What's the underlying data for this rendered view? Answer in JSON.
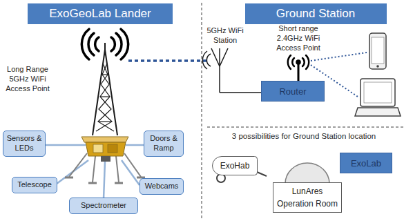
{
  "diagram": {
    "nodes": [
      {
        "text": [
          "ExoGeoLab Lander"
        ]
      },
      {
        "text": [
          "Ground Station"
        ]
      },
      {
        "text": [
          "Sensors & LEDs"
        ]
      },
      {
        "text": [
          "Doors & Ramp"
        ]
      },
      {
        "text": [
          "Telescope"
        ]
      },
      {
        "text": [
          "Webcams"
        ]
      },
      {
        "text": [
          "Spectrometer"
        ]
      },
      {
        "text": [
          "Router"
        ]
      },
      {
        "text": [
          "ExoHab"
        ]
      },
      {
        "text": [
          "ExoLab"
        ]
      },
      {
        "text": [
          "LunAres Operation Room"
        ]
      }
    ],
    "labels": [
      "Long Range 5GHz WiFi Access Point",
      "5GHz WiFi Station",
      "Short range 2.4GHz WiFi Access Point",
      "3 possibilities for Ground Station location"
    ]
  }
}
